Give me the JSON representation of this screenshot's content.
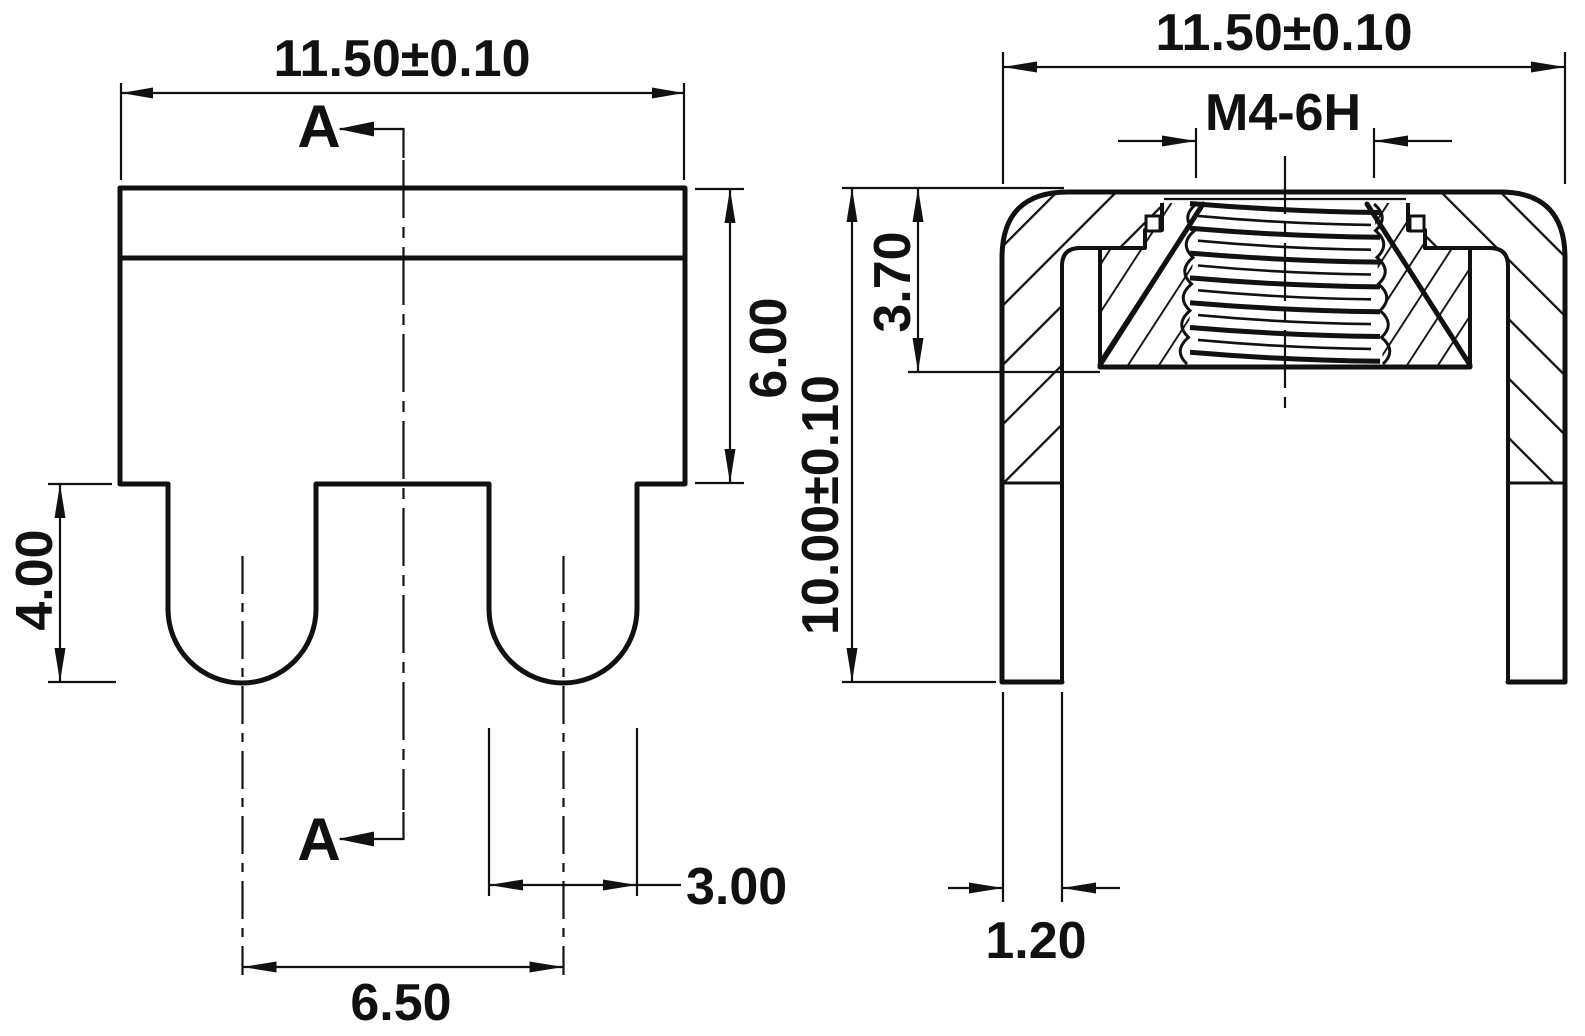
{
  "drawing": {
    "front_view": {
      "dim_width": "11.50±0.10",
      "dim_height": "6.00",
      "dim_leg_length": "4.00",
      "dim_leg_width": "3.00",
      "dim_leg_pitch": "6.50",
      "section_label": "A"
    },
    "section_view": {
      "dim_width": "11.50±0.10",
      "thread_label": "M4-6H",
      "dim_insert_depth": "3.70",
      "dim_overall_height": "10.00±0.10",
      "dim_pin_thickness": "1.20"
    },
    "colors": {
      "line": "#111111",
      "background": "#ffffff"
    }
  }
}
